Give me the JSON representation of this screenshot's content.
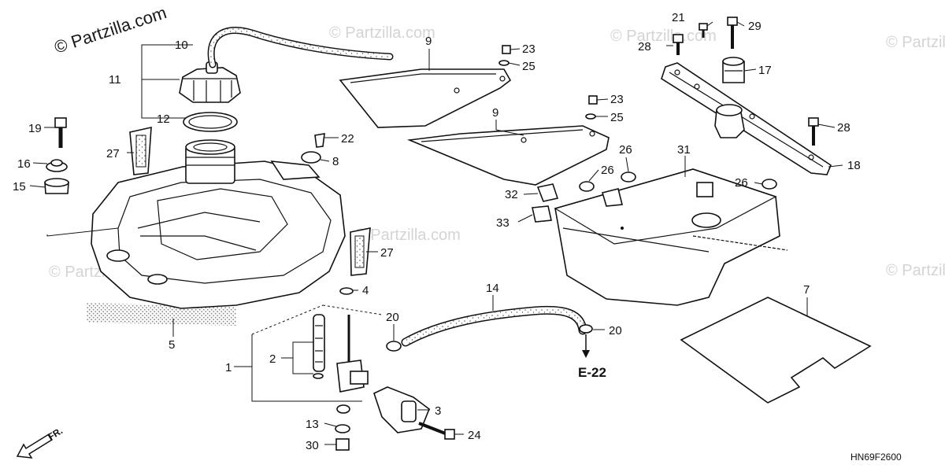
{
  "watermarks": {
    "primary": "© Partzilla.com",
    "faded": "© Partzilla.com"
  },
  "diagram_code": "HN69F2600",
  "reference_label": "E-22",
  "front_marker": "FR.",
  "callouts": {
    "p1": "1",
    "p2": "2",
    "p3": "3",
    "p4": "4",
    "p5": "5",
    "p7": "7",
    "p8": "8",
    "p9a": "9",
    "p9b": "9",
    "p10": "10",
    "p11": "11",
    "p12": "12",
    "p13": "13",
    "p14": "14",
    "p15": "15",
    "p16": "16",
    "p17": "17",
    "p18": "18",
    "p19": "19",
    "p20a": "20",
    "p20b": "20",
    "p21": "21",
    "p22": "22",
    "p23a": "23",
    "p23b": "23",
    "p24": "24",
    "p25a": "25",
    "p25b": "25",
    "p26a": "26",
    "p26b": "26",
    "p26c": "26",
    "p27a": "27",
    "p27b": "27",
    "p28a": "28",
    "p28b": "28",
    "p29": "29",
    "p30": "30",
    "p31": "31",
    "p32": "32",
    "p33": "33"
  },
  "colors": {
    "ink": "#111111",
    "watermark": "#d4d4d4",
    "stipple": "#9a9a9a"
  }
}
